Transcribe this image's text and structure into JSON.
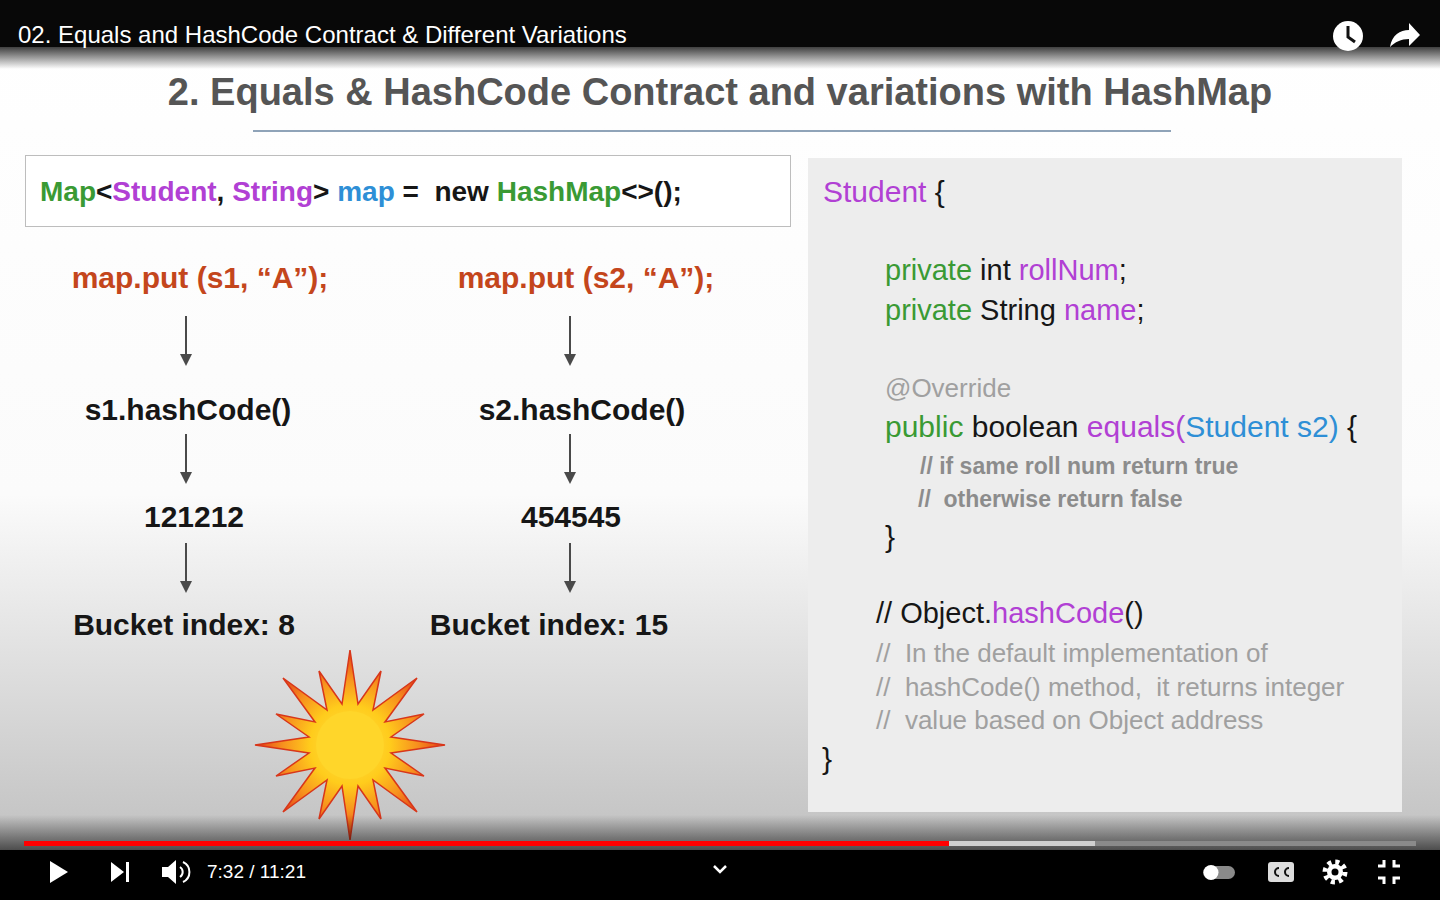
{
  "diagram": {
    "title": "2. Equals & HashCode Contract and variations with HashMap",
    "nodes": [
      {
        "text": [
          "Map<Student, String> map =  new HashMap<>();"
        ]
      },
      {
        "text": [
          "Student {",
          "private int rollNum;",
          "private String name;",
          "@Override",
          "public boolean equals(Student s2) {",
          "// if same roll num return true",
          "//  otherwise return false",
          "}",
          "// Object.hashCode()",
          "//  In the default implementation of",
          "//  hashCode() method,  it returns integer",
          "//  value based on Object address",
          "}"
        ]
      }
    ],
    "labels": [
      "02. Equals and HashCode Contract & Different Variations",
      "map.put (s1, “A”);",
      "map.put (s2, “A”);",
      "s1.hashCode()",
      "s2.hashCode()",
      "121212",
      "454545",
      "Bucket index: 8",
      "Bucket index: 15",
      "7:32 / 11:21"
    ]
  }
}
